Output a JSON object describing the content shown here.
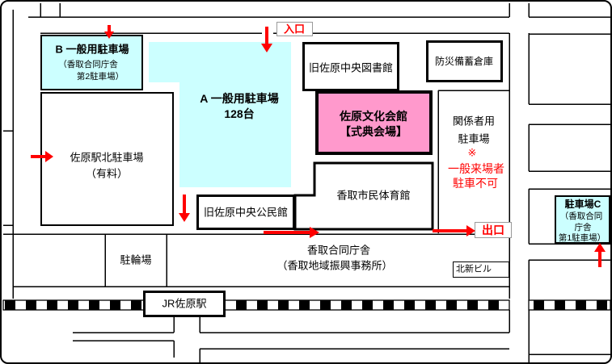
{
  "colors": {
    "parking_fill": "#CCFFFF",
    "venue_fill": "#FF99CC",
    "accent_red": "#FF0000",
    "line": "#000000"
  },
  "labels": {
    "entrance": "入口",
    "exit": "出口",
    "lot_b": {
      "line1": "B 一般用駐車場",
      "line2": "（香取合同庁舎",
      "line3": "第2駐車場）"
    },
    "lot_a": {
      "line1": "A 一般用駐車場",
      "line2": "128台"
    },
    "north_parking": {
      "line1": "佐原駅北駐車場",
      "line2": "（有料）"
    },
    "old_library": "旧佐原中央図書館",
    "disaster_warehouse": "防災備蓄倉庫",
    "cultural_hall": {
      "line1": "佐原文化会館",
      "line2": "【式典会場】"
    },
    "staff_parking": {
      "line1": "関係者用",
      "line2": "駐車場",
      "note1": "※",
      "note2": "一般来場者",
      "note3": "駐車不可"
    },
    "old_community_center": "旧佐原中央公民館",
    "gymnasium": "香取市民体育館",
    "bicycle_parking": "駐輪場",
    "government_office": {
      "line1": "香取合同庁舎",
      "line2": "（香取地域振興事務所）"
    },
    "hokushin_building": "北新ビル",
    "jr_station": "JR佐原駅",
    "lot_c": {
      "line1": "駐車場C",
      "line2": "（香取合同",
      "line3": "庁舎",
      "line4": "第1駐車場）"
    }
  }
}
